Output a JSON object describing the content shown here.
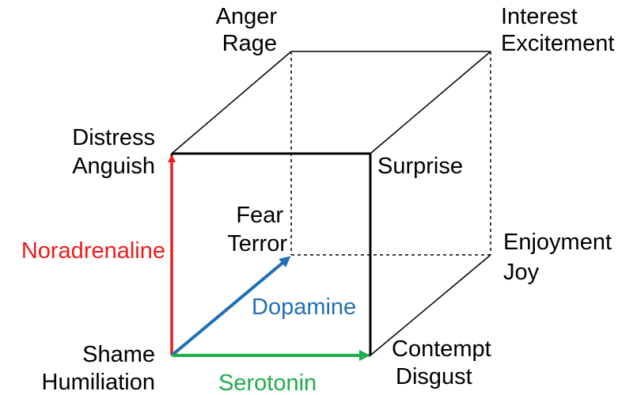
{
  "corners": {
    "back_top_left": [
      "Anger",
      "Rage"
    ],
    "back_top_right": [
      "Interest",
      "Excitement"
    ],
    "front_top_left": [
      "Distress",
      "Anguish"
    ],
    "front_top_right": [
      "Surprise"
    ],
    "back_bottom_left": [
      "Fear",
      "Terror"
    ],
    "back_bottom_right": [
      "Enjoyment",
      "Joy"
    ],
    "front_bottom_left": [
      "Shame",
      "Humiliation"
    ],
    "front_bottom_right": [
      "Contempt",
      "Disgust"
    ]
  },
  "axes": {
    "vertical": {
      "label": "Noradrenaline",
      "color": "#ee1c1c"
    },
    "depth": {
      "label": "Dopamine",
      "color": "#1f6fb5"
    },
    "horizontal": {
      "label": "Serotonin",
      "color": "#1fae4b"
    }
  }
}
